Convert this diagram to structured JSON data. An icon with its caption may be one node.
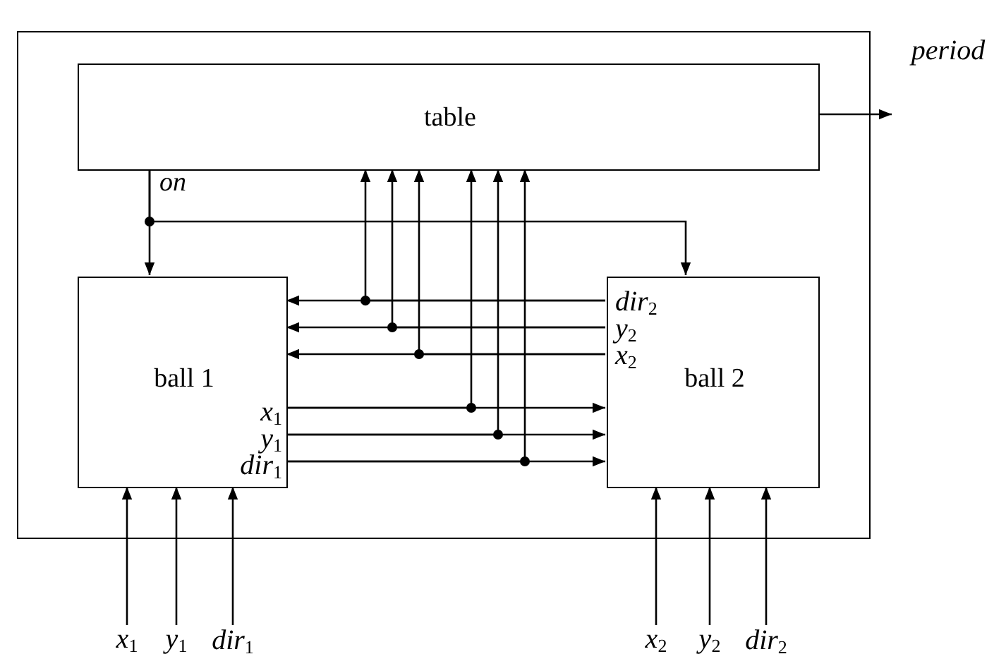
{
  "diagram": {
    "nodes": [
      {
        "text": [],
        "shape": "box"
      },
      {
        "text": [
          "table"
        ],
        "in": 0
      },
      {
        "text": [
          "ball 1",
          "x$_{1}$",
          "y$_{1}$",
          "dir$_{1}$"
        ],
        "in": 0
      },
      {
        "text": [
          "ball 2",
          "dir$_{2}$",
          "y$_{2}$",
          "x$_{2}$"
        ],
        "in": 0
      },
      {
        "text": [
          "period"
        ]
      },
      {
        "text": [
          "x$_{1}$"
        ]
      },
      {
        "text": [
          "y$_{1}$"
        ]
      },
      {
        "text": [
          "dir$_{1}$"
        ]
      },
      {
        "text": [
          "x$_{2}$"
        ]
      },
      {
        "text": [
          "y$_{2}$"
        ]
      },
      {
        "text": [
          "dir$_{2}$"
        ]
      }
    ],
    "edges": [
      {
        "from": 1,
        "to": 4,
        "arrow": "to"
      },
      {
        "from": 1,
        "to": 2,
        "arrow": "to",
        "label": "on"
      },
      {
        "from": 1,
        "to": 3,
        "arrow": "to"
      },
      {
        "from": 3,
        "to": 2,
        "arrow": "to"
      },
      {
        "from": 3,
        "to": 2,
        "arrow": "to"
      },
      {
        "from": 3,
        "to": 2,
        "arrow": "to"
      },
      {
        "from": 3,
        "to": 1,
        "arrow": "to"
      },
      {
        "from": 3,
        "to": 1,
        "arrow": "to"
      },
      {
        "from": 3,
        "to": 1,
        "arrow": "to"
      },
      {
        "from": 2,
        "to": 3,
        "arrow": "to"
      },
      {
        "from": 2,
        "to": 3,
        "arrow": "to"
      },
      {
        "from": 2,
        "to": 3,
        "arrow": "to"
      },
      {
        "from": 2,
        "to": 1,
        "arrow": "to"
      },
      {
        "from": 2,
        "to": 1,
        "arrow": "to"
      },
      {
        "from": 2,
        "to": 1,
        "arrow": "to"
      },
      {
        "from": 5,
        "to": 2,
        "arrow": "to"
      },
      {
        "from": 6,
        "to": 2,
        "arrow": "to"
      },
      {
        "from": 7,
        "to": 2,
        "arrow": "to"
      },
      {
        "from": 8,
        "to": 3,
        "arrow": "to"
      },
      {
        "from": 9,
        "to": 3,
        "arrow": "to"
      },
      {
        "from": 10,
        "to": 3,
        "arrow": "to"
      }
    ]
  }
}
